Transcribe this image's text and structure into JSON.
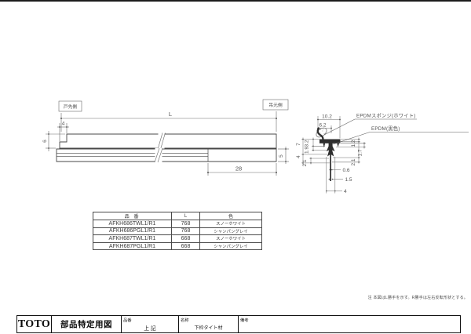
{
  "sheet": {
    "note": "注 本図はL勝手を示す。R勝手は左右反転形状とする。"
  },
  "part_view": {
    "door_edge_label": "戸先側",
    "hinge_side_label": "吊元側",
    "dim_length": "L",
    "dim_notch_width": "4",
    "dim_left_height": "6",
    "dim_right_height": "5",
    "dim_end_length": "28"
  },
  "section_view": {
    "callout_sponge": "EPDMスポンジ(ホワイト)",
    "callout_black": "EPDM(黒色)",
    "dim_overall_width": "10.2",
    "dim_inner_width": "6.2",
    "dim_left_7": "7",
    "dim_left_3_2": "3.2",
    "dim_left_1_9": "1.9",
    "dim_left_4": "4",
    "dim_left_2_1": "2.1",
    "dim_right_1_2": "1.2",
    "dim_right_1_7": "1.7",
    "dim_right_2_1": "2.1",
    "dim_stem_0_6": "0.6",
    "dim_stem_1_5": "1.5",
    "dim_bottom_4": "4"
  },
  "spec_table": {
    "headers": {
      "part": "品 番",
      "length": "L",
      "color": "色"
    },
    "rows": [
      {
        "part": "AFKH686TWL1/R1",
        "length": "768",
        "color": "スノーホワイト"
      },
      {
        "part": "AFKH686PGL1/R1",
        "length": "768",
        "color": "シャンパングレイ"
      },
      {
        "part": "AFKH687TWL1/R1",
        "length": "668",
        "color": "スノーホワイト"
      },
      {
        "part": "AFKH687PGL1/R1",
        "length": "668",
        "color": "シャンパングレイ"
      }
    ]
  },
  "title_block": {
    "logo": "TOTO",
    "doc_type": "部品特定用図",
    "part_no_label": "品番",
    "part_no_value": "上 記",
    "name_label": "名称",
    "name_value": "下枠タイト材",
    "remarks_label": "備考"
  }
}
